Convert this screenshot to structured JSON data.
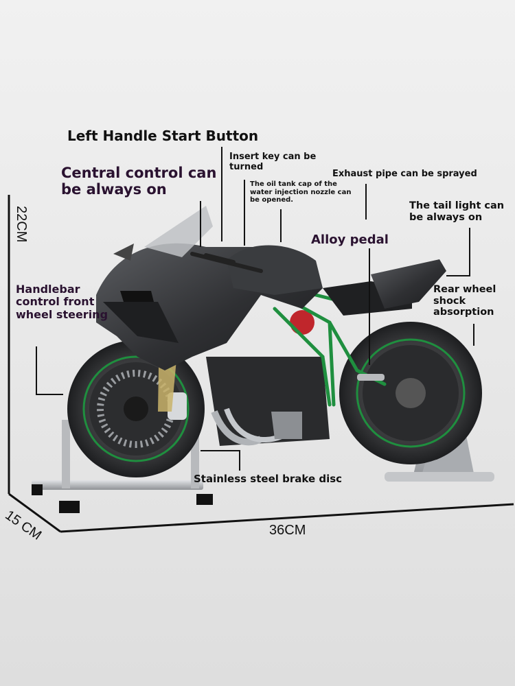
{
  "labels": {
    "left_handle": "Left Handle Start Button",
    "central_control": "Central control can be always on",
    "insert_key": "Insert key can be turned",
    "oil_tank": "The oil tank cap of the water injection nozzle can be opened.",
    "exhaust": "Exhaust pipe can be sprayed",
    "tail_light": "The tail light can be always on",
    "alloy_pedal": "Alloy pedal",
    "handlebar": "Handlebar control front wheel steering",
    "rear_wheel": "Rear wheel shock absorption",
    "brake_disc": "Stainless steel brake disc"
  },
  "dimensions": {
    "height": "22CM",
    "depth": "15 CM",
    "length": "36CM"
  },
  "colors": {
    "body_dark": "#2e2f31",
    "accent_green": "#1f8f3f",
    "stand_silver": "#b8babd",
    "label_text": "#111111",
    "label_purple": "#2a1230"
  }
}
